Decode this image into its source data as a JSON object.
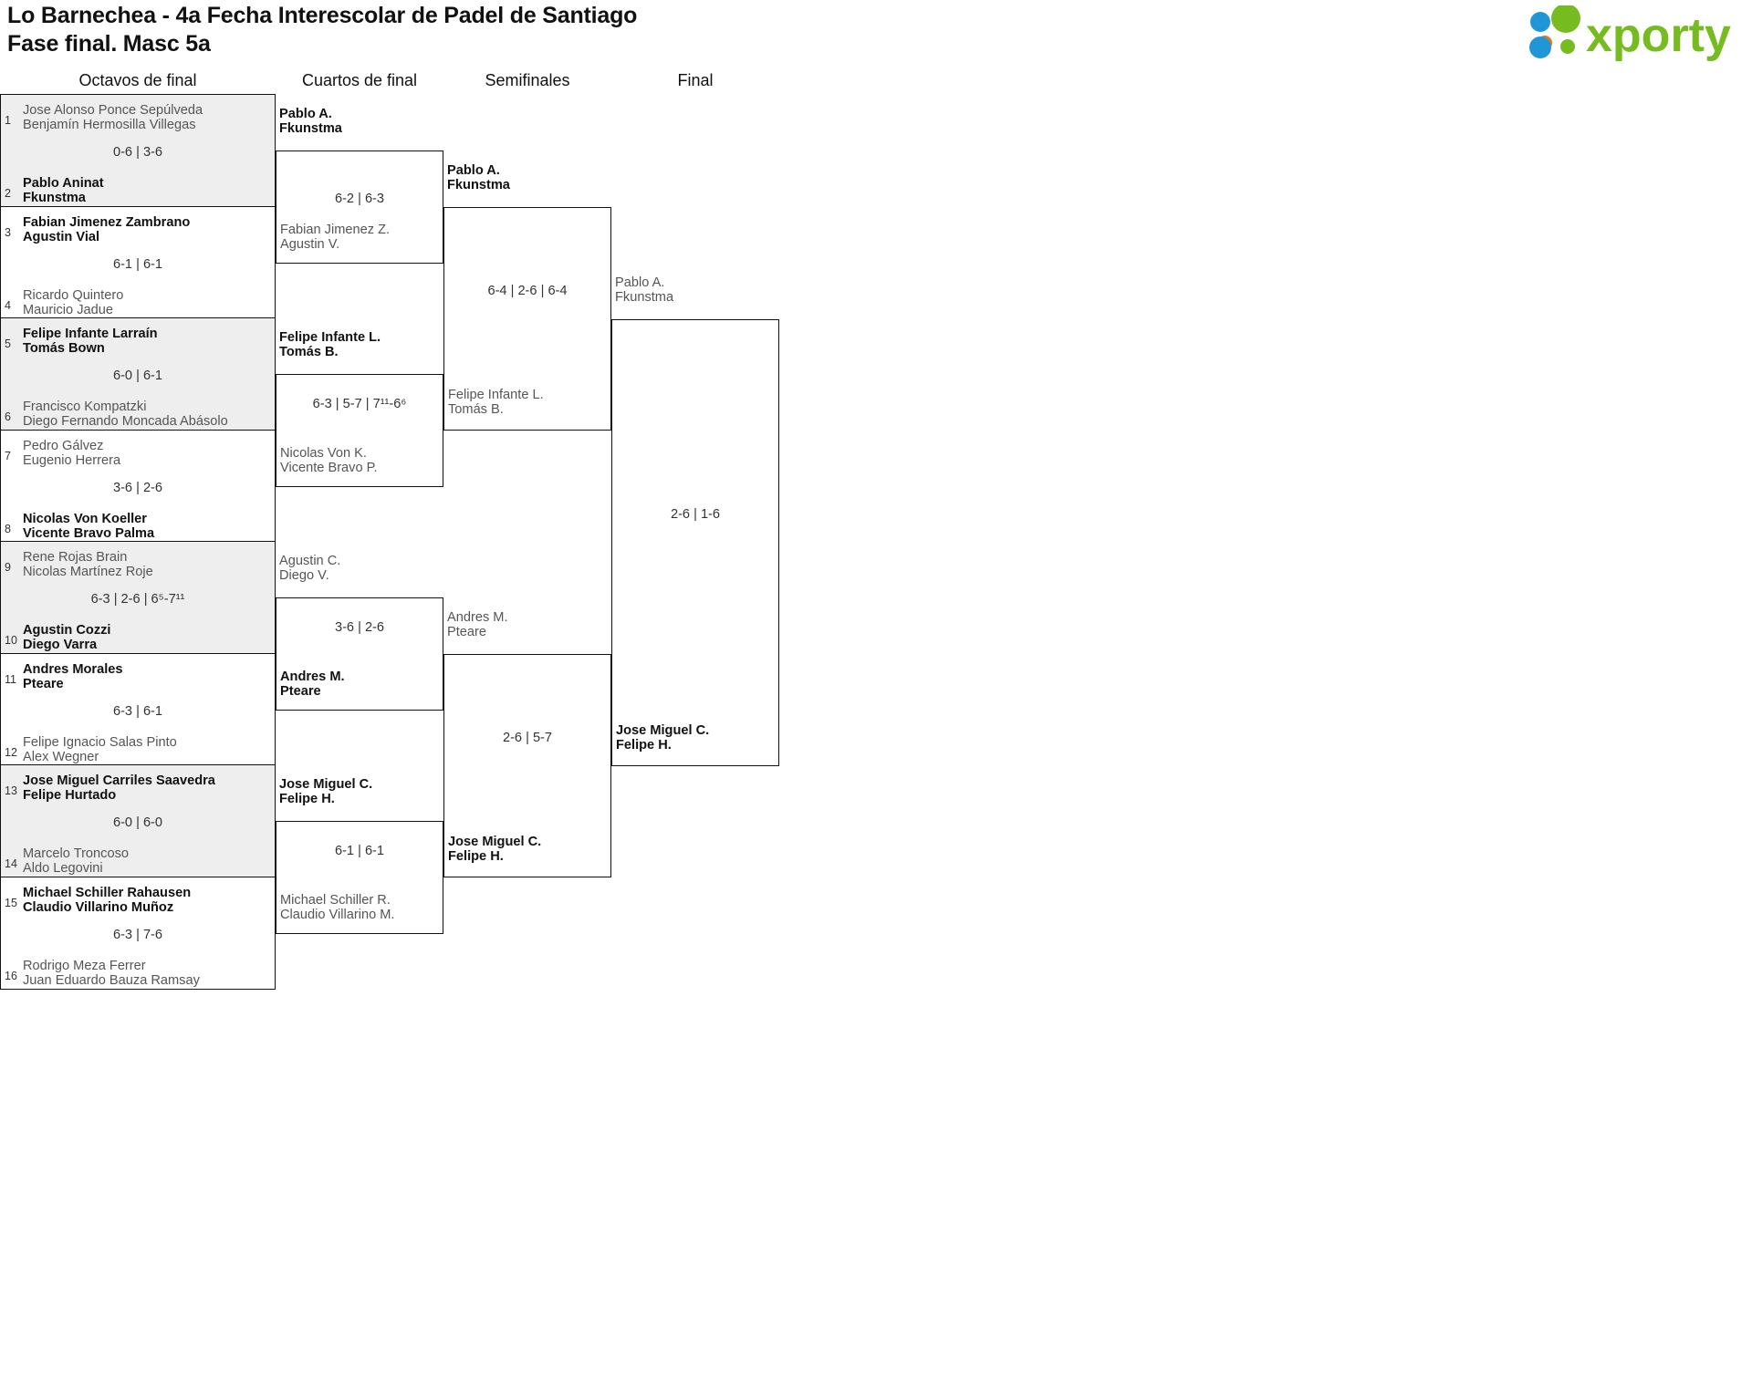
{
  "header": {
    "title_line1": "Lo Barnechea - 4a Fecha Interescolar de Padel de Santiago",
    "title_line2": "Fase final. Masc 5a",
    "logo_text": "xporty",
    "logo_colors": {
      "blue": "#2196d6",
      "orange": "#e07b16",
      "green": "#76bc21"
    }
  },
  "rounds": [
    {
      "id": "r16",
      "label": "Octavos de final"
    },
    {
      "id": "qf",
      "label": "Cuartos de final"
    },
    {
      "id": "sf",
      "label": "Semifinales"
    },
    {
      "id": "f",
      "label": "Final"
    }
  ],
  "round1": [
    {
      "seed_top": "1",
      "seed_bot": "2",
      "top": "Jose Alonso Ponce Sepúlveda\nBenjamín Hermosilla Villegas",
      "top_result": "lose",
      "bot": "Pablo Aninat\nFkunstma",
      "bot_result": "win",
      "score": "0-6 | 3-6"
    },
    {
      "seed_top": "3",
      "seed_bot": "4",
      "top": "Fabian Jimenez Zambrano\nAgustin Vial",
      "top_result": "win",
      "bot": "Ricardo Quintero\nMauricio Jadue",
      "bot_result": "lose",
      "score": "6-1 | 6-1"
    },
    {
      "seed_top": "5",
      "seed_bot": "6",
      "top": "Felipe Infante Larraín\nTomás Bown",
      "top_result": "win",
      "bot": "Francisco Kompatzki\nDiego Fernando Moncada Abásolo",
      "bot_result": "lose",
      "score": "6-0 | 6-1"
    },
    {
      "seed_top": "7",
      "seed_bot": "8",
      "top": "Pedro Gálvez\nEugenio Herrera",
      "top_result": "lose",
      "bot": "Nicolas Von Koeller\nVicente Bravo Palma",
      "bot_result": "win",
      "score": "3-6 | 2-6"
    },
    {
      "seed_top": "9",
      "seed_bot": "10",
      "top": "Rene Rojas Brain\nNicolas Martínez Roje",
      "top_result": "lose",
      "bot": "Agustin Cozzi\nDiego Varra",
      "bot_result": "win",
      "score": "6-3 | 2-6 | 6⁵-7¹¹"
    },
    {
      "seed_top": "11",
      "seed_bot": "12",
      "top": "Andres Morales\nPteare",
      "top_result": "win",
      "bot": "Felipe Ignacio Salas Pinto\nAlex Wegner",
      "bot_result": "lose",
      "score": "6-3 | 6-1"
    },
    {
      "seed_top": "13",
      "seed_bot": "14",
      "top": "Jose Miguel Carriles Saavedra\nFelipe Hurtado",
      "top_result": "win",
      "bot": "Marcelo Troncoso\nAldo Legovini",
      "bot_result": "lose",
      "score": "6-0 | 6-0"
    },
    {
      "seed_top": "15",
      "seed_bot": "16",
      "top": "Michael Schiller Rahausen\nClaudio Villarino Muñoz",
      "top_result": "win",
      "bot": "Rodrigo Meza Ferrer\nJuan Eduardo Bauza Ramsay",
      "bot_result": "lose",
      "score": "6-3 | 7-6"
    }
  ],
  "round2": [
    {
      "top": "Pablo A.\nFkunstma",
      "top_result": "win",
      "bot": "Fabian Jimenez Z.\nAgustin V.",
      "bot_result": "lose",
      "score": "6-2 | 6-3"
    },
    {
      "top": "Felipe Infante L.\nTomás B.",
      "top_result": "win",
      "bot": "Nicolas Von K.\nVicente Bravo P.",
      "bot_result": "lose",
      "score": "6-3 | 5-7 | 7¹¹-6⁶"
    },
    {
      "top": "Agustin C.\nDiego V.",
      "top_result": "lose",
      "bot": "Andres M.\nPteare",
      "bot_result": "win",
      "score": "3-6 | 2-6"
    },
    {
      "top": "Jose Miguel C.\nFelipe H.",
      "top_result": "win",
      "bot": "Michael Schiller R.\nClaudio Villarino M.",
      "bot_result": "lose",
      "score": "6-1 | 6-1"
    }
  ],
  "round3": [
    {
      "top": "Pablo A.\nFkunstma",
      "top_result": "win",
      "bot": "Felipe Infante L.\nTomás B.",
      "bot_result": "lose",
      "score": "6-4 | 2-6 | 6-4"
    },
    {
      "top": "Andres M.\nPteare",
      "top_result": "lose",
      "bot": "Jose Miguel C.\nFelipe H.",
      "bot_result": "win",
      "score": "2-6 | 5-7"
    }
  ],
  "round4": [
    {
      "top": "Pablo A.\nFkunstma",
      "top_result": "lose",
      "bot": "Jose Miguel C.\nFelipe H.",
      "bot_result": "win",
      "score": "2-6 | 1-6"
    }
  ]
}
